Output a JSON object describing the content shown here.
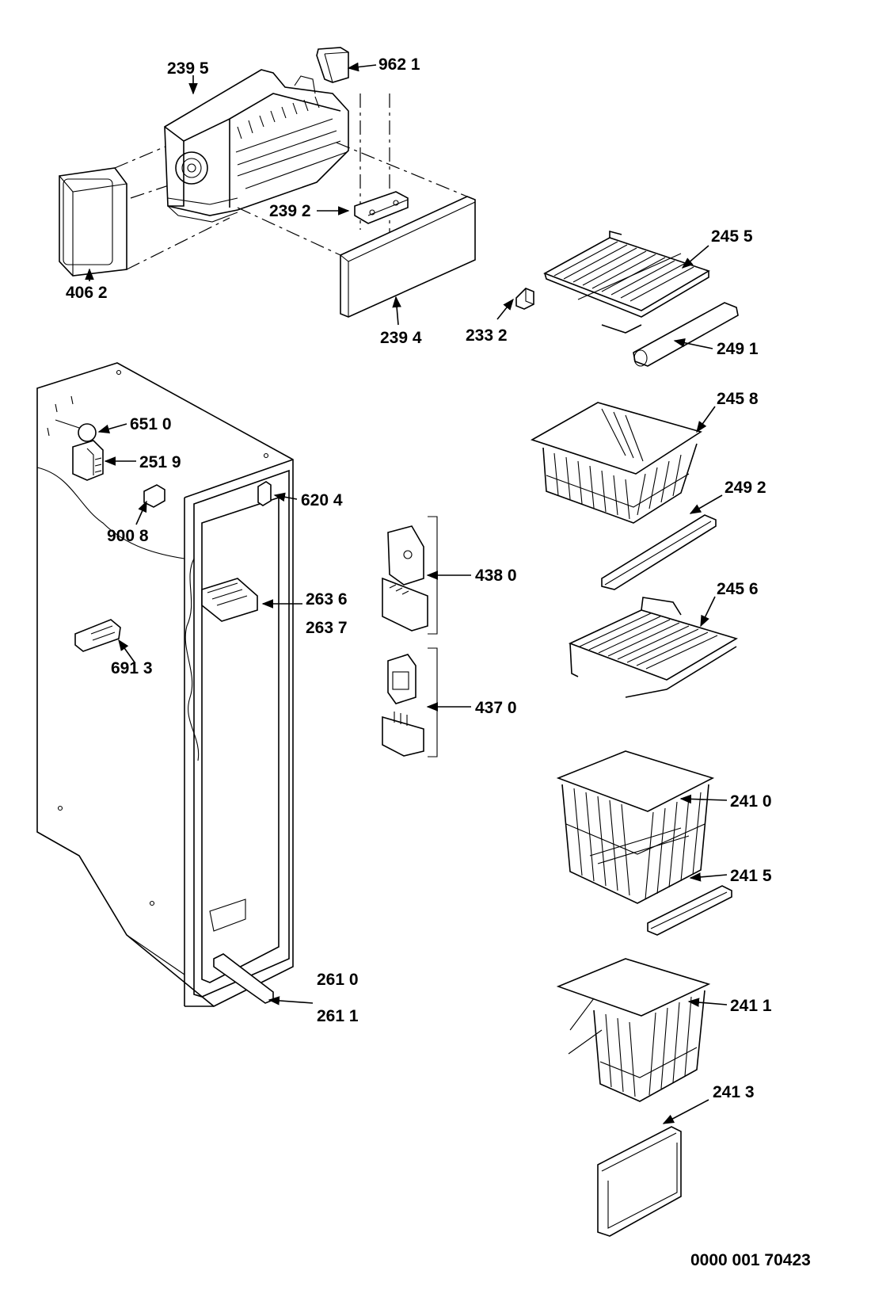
{
  "labels": {
    "l2395": "239 5",
    "l9621": "962 1",
    "l2392": "239 2",
    "l4062": "406 2",
    "l2394": "239 4",
    "l2455": "245 5",
    "l2332": "233 2",
    "l2491": "249 1",
    "l2458": "245 8",
    "l6510": "651 0",
    "l2519": "251 9",
    "l6204": "620 4",
    "l9008": "900 8",
    "l2492": "249 2",
    "l4380": "438 0",
    "l2636": "263 6",
    "l2637": "263 7",
    "l6913": "691 3",
    "l2456": "245 6",
    "l4370": "437 0",
    "l2410": "241 0",
    "l2415": "241 5",
    "l2610": "261 0",
    "l2611": "261 1",
    "l2411": "241 1",
    "l2413": "241 3"
  },
  "drawing_code": "0000 001 70423"
}
